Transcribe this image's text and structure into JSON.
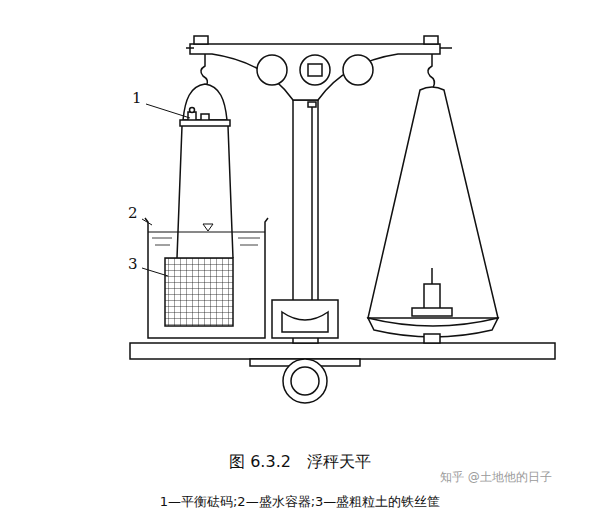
{
  "diagram": {
    "caption": "图 6.3.2　浮秤天平",
    "labels": [
      "1",
      "2",
      "3",
      "1—平衡砝码;2—盛水容器;3—盛粗粒土的铁丝筐",
      "知乎 @土地他的日子"
    ]
  }
}
